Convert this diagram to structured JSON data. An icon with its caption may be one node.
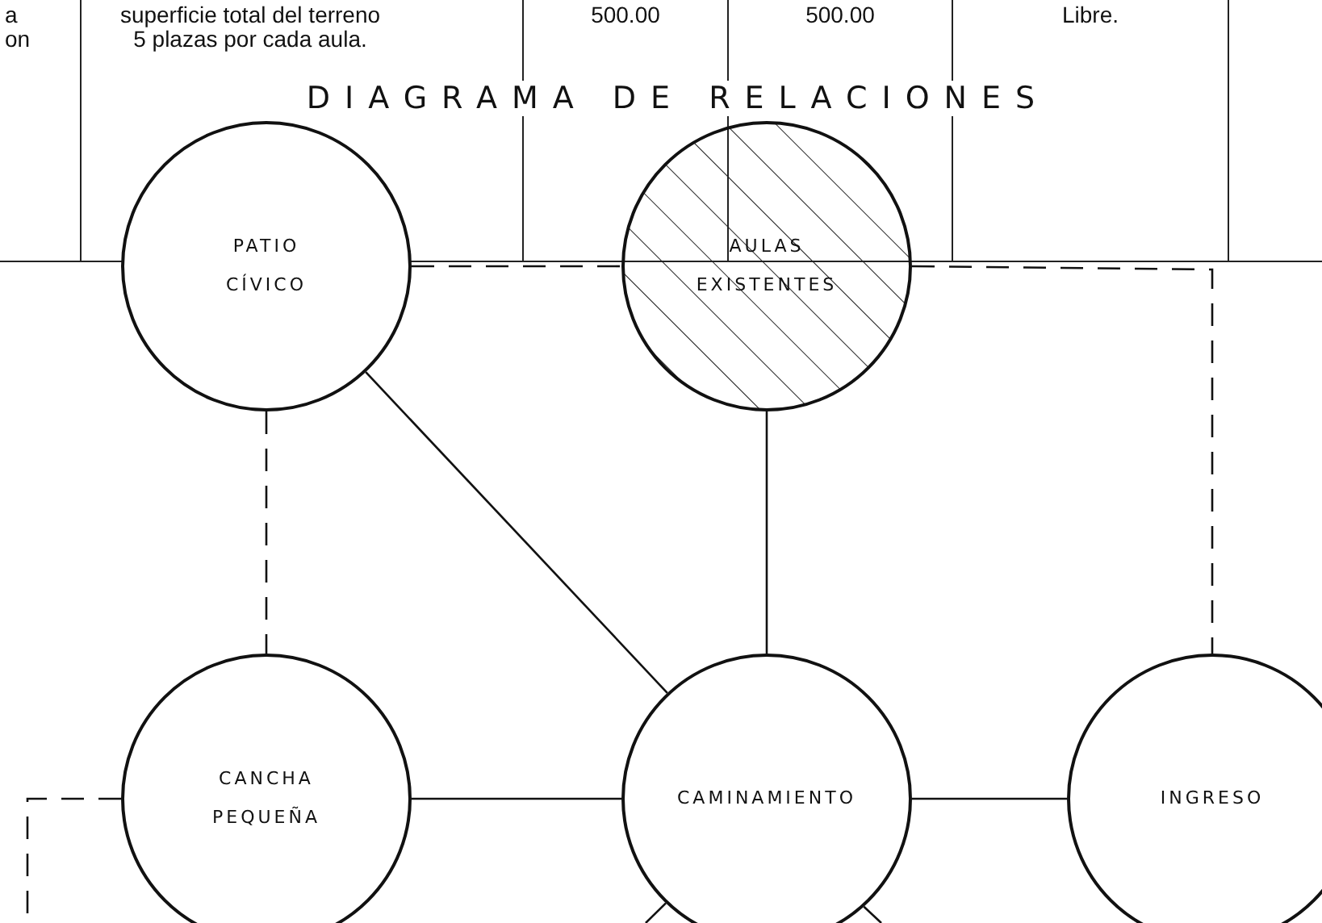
{
  "diagram": {
    "title": "DIAGRAMA DE RELACIONES",
    "nodes": [
      {
        "text": [
          "PATIO CÍVICO"
        ]
      },
      {
        "text": [
          "AULAS EXISTENTES"
        ]
      },
      {
        "text": [
          "CANCHA PEQUEÑA"
        ]
      },
      {
        "text": [
          "CAMINAMIENTO"
        ]
      },
      {
        "text": [
          "INGRESO"
        ]
      }
    ],
    "edges": [
      {
        "from": 0,
        "to": 1,
        "arrow": "none",
        "style": "dashed"
      },
      {
        "from": 1,
        "to": 4,
        "arrow": "none",
        "style": "dashed"
      },
      {
        "from": 0,
        "to": 2,
        "arrow": "none",
        "style": "dashed"
      },
      {
        "from": 0,
        "to": 3,
        "arrow": "none"
      },
      {
        "from": 1,
        "to": 3,
        "arrow": "none"
      },
      {
        "from": 2,
        "to": 3,
        "arrow": "none"
      },
      {
        "from": 3,
        "to": 4,
        "arrow": "none"
      },
      {
        "from": 2,
        "to": null,
        "arrow": "none",
        "style": "dashed"
      },
      {
        "from": 3,
        "to": null,
        "arrow": "none"
      },
      {
        "from": 3,
        "to": null,
        "arrow": "none"
      }
    ],
    "labels": [
      "a",
      "on",
      "superficie total del terreno 5 plazas por cada aula.",
      "500.00",
      "500.00",
      "Libre."
    ]
  }
}
